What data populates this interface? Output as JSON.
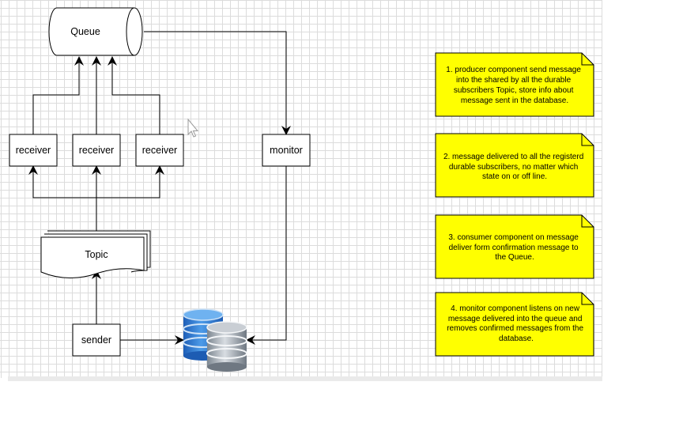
{
  "diagram": {
    "nodes": {
      "queue": "Queue",
      "receiver_1": "receiver",
      "receiver_2": "receiver",
      "receiver_3": "receiver",
      "monitor": "monitor",
      "topic": "Topic",
      "sender": "sender"
    },
    "notes": [
      {
        "lines": [
          "1. producer component send message",
          "into the shared by all the durable",
          "subscribers Topic, store info about",
          "message sent in the database."
        ]
      },
      {
        "lines": [
          "2. message delivered to all the registerd",
          "durable subscribers, no matter which",
          "state on or off line."
        ]
      },
      {
        "lines": [
          "3. consumer component on message",
          "deliver form confirmation message to",
          "the Queue."
        ]
      },
      {
        "lines": [
          "4. monitor component listens on new",
          "message delivered into the queue and",
          "removes confirmed messages from the",
          "database."
        ]
      }
    ],
    "colors": {
      "note_fill": "#ffff00",
      "db_blue": "#2f7fd6",
      "db_gray": "#9aa3ad",
      "grid": "#dcdcdc"
    },
    "icons": [
      "database-icon",
      "cursor-icon"
    ]
  }
}
